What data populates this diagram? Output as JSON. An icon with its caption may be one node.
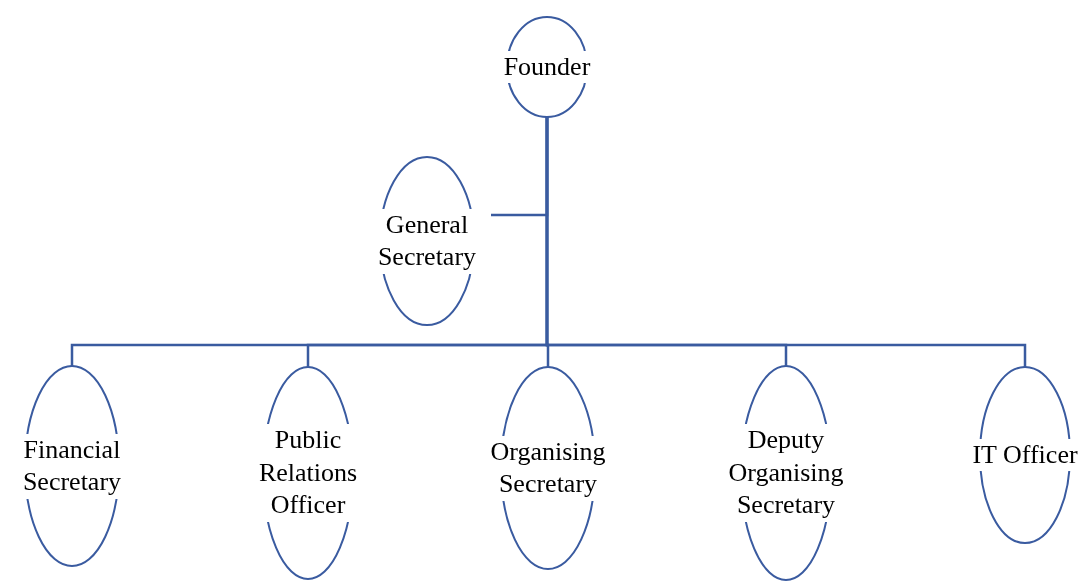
{
  "diagram": {
    "nodes": [
      {
        "text": [
          "Founder"
        ]
      },
      {
        "text": [
          "General Secretary"
        ]
      },
      {
        "text": [
          "Financial Secretary"
        ]
      },
      {
        "text": [
          "Public Relations Officer"
        ]
      },
      {
        "text": [
          "Organising Secretary"
        ]
      },
      {
        "text": [
          "Deputy Organising Secretary"
        ]
      },
      {
        "text": [
          "IT Officer"
        ]
      }
    ],
    "edges": [
      {
        "from": 0,
        "to": 1,
        "arrow": "none"
      },
      {
        "from": 0,
        "to": 2,
        "arrow": "none"
      },
      {
        "from": 0,
        "to": 3,
        "arrow": "none"
      },
      {
        "from": 0,
        "to": 4,
        "arrow": "none"
      },
      {
        "from": 0,
        "to": 5,
        "arrow": "none"
      },
      {
        "from": 0,
        "to": 6,
        "arrow": "none"
      }
    ]
  }
}
